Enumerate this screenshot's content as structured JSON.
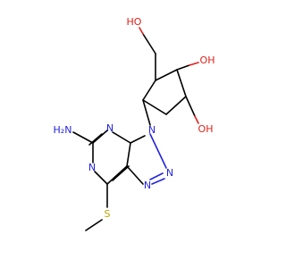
{
  "molecule": {
    "labels": {
      "hydroxymethyl_oh": "HO",
      "ring_oh_upper": "OH",
      "ring_oh_lower": "OH",
      "amino": "H2N",
      "amino_subscript_note": "H₂N",
      "n_pyrimidine_top": "N",
      "n_pyrimidine_bottom": "N",
      "n_triazole_1": "N",
      "n_triazole_2": "N",
      "n_triazole_3": "N",
      "sulfur": "S"
    },
    "colors": {
      "nitrogen": "#2323e0",
      "oxygen": "#e0201b",
      "sulfur": "#b8a800",
      "carbon_bond": "#000000"
    }
  }
}
